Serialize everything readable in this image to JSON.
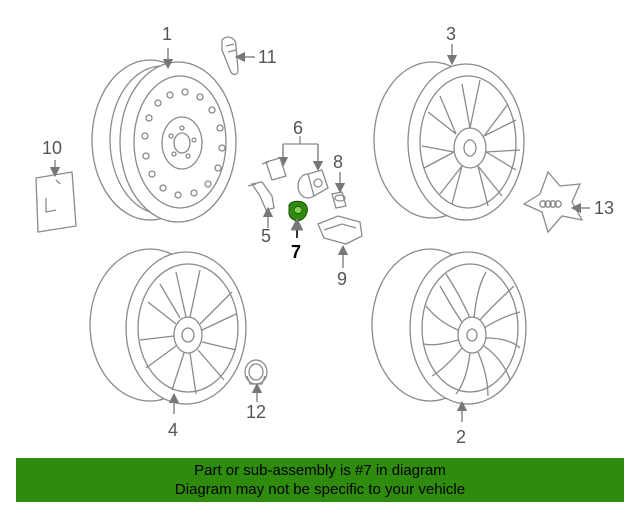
{
  "callouts": {
    "c1": "1",
    "c2": "2",
    "c3": "3",
    "c4": "4",
    "c5": "5",
    "c6": "6",
    "c7": "7",
    "c8": "8",
    "c9": "9",
    "c10": "10",
    "c11": "11",
    "c12": "12",
    "c13": "13"
  },
  "highlighted_part": "7",
  "colors": {
    "banner": "#2e8b0e",
    "highlight_part": "#2e8b0e",
    "line_art": "#8a8a8a"
  },
  "banner": {
    "line1": "Part or sub-assembly is #7 in diagram",
    "line2": "Diagram may not be specific to your vehicle"
  }
}
